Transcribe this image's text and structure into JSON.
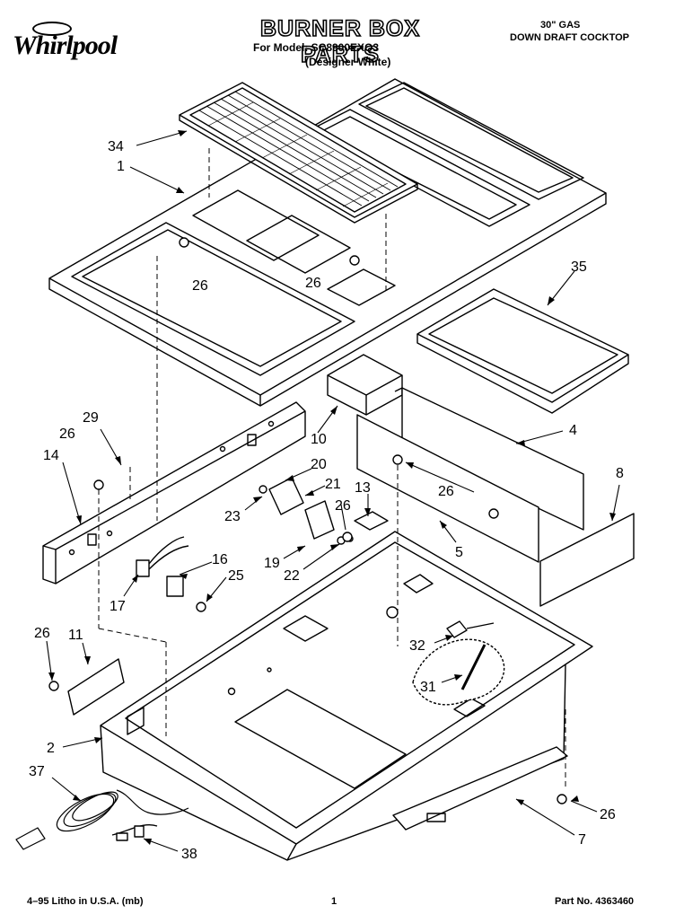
{
  "header": {
    "brand": "Whirlpool",
    "brand_badge": "",
    "title": "BURNER BOX PARTS",
    "model_line": "For Model: SC8900EXQ3",
    "variant_line": "(Designer White)",
    "size_line": "30\" GAS",
    "product_line": "DOWN DRAFT COCKTOP"
  },
  "footer": {
    "left": "4–95 Litho in U.S.A. (mb)",
    "page": "1",
    "part_number": "Part No. 4363460"
  },
  "callouts": {
    "n34": "34",
    "n1": "1",
    "n26a": "26",
    "n26b": "26",
    "n35": "35",
    "n29": "29",
    "n26c": "26",
    "n14": "14",
    "n10": "10",
    "n4": "4",
    "n20": "20",
    "n21": "21",
    "n13": "13",
    "n23": "23",
    "n26d": "26",
    "n26e": "26",
    "n8": "8",
    "n16": "16",
    "n25": "25",
    "n19": "19",
    "n22": "22",
    "n5": "5",
    "n17": "17",
    "n26f": "26",
    "n11": "11",
    "n32": "32",
    "n31": "31",
    "n2": "2",
    "n37": "37",
    "n26g": "26",
    "n7": "7",
    "n38": "38"
  }
}
